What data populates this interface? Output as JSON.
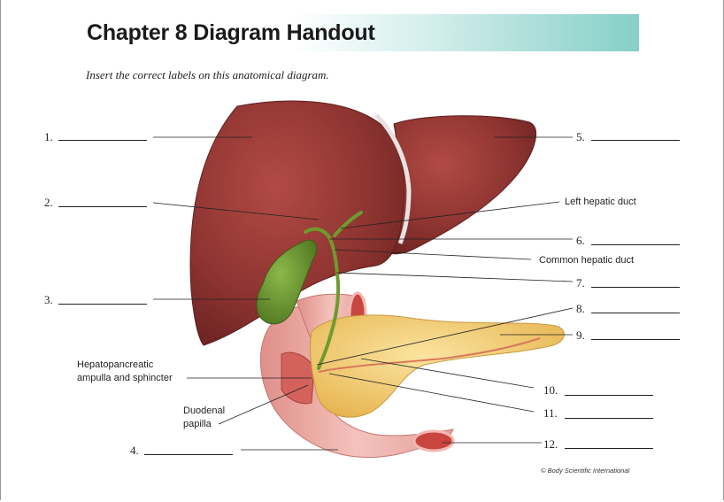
{
  "header": {
    "title": "Chapter 8 Diagram Handout"
  },
  "instructions": "Insert the correct labels on this anatomical diagram.",
  "blanks": [
    {
      "number": "1."
    },
    {
      "number": "2."
    },
    {
      "number": "3."
    },
    {
      "number": "4."
    },
    {
      "number": "5."
    },
    {
      "number": "6."
    },
    {
      "number": "7."
    },
    {
      "number": "8."
    },
    {
      "number": "9."
    },
    {
      "number": "10."
    },
    {
      "number": "11."
    },
    {
      "number": "12."
    }
  ],
  "labels": {
    "left_hepatic_duct": "Left hepatic duct",
    "common_hepatic_duct": "Common hepatic duct",
    "ampulla_line1": "Hepatopancreatic",
    "ampulla_line2": "ampulla and sphincter",
    "papilla_line1": "Duodenal",
    "papilla_line2": "papilla"
  },
  "copyright": "© Body Scientific International",
  "colors": {
    "liver": "#8e3431",
    "gallbladder": "#5f8a28",
    "pancreas": "#f0cc6a",
    "duodenum": "#eaa8a2",
    "title_accent": "#86cfc8"
  }
}
